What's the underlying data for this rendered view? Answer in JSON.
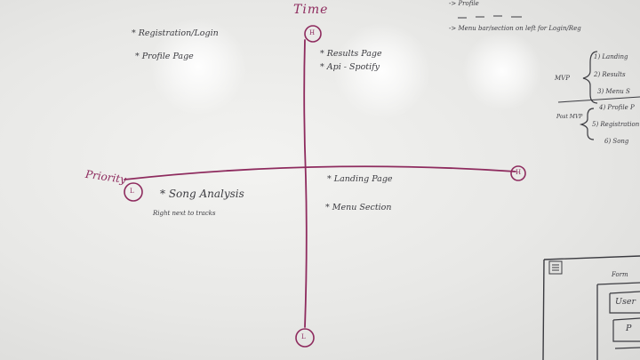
{
  "axes": {
    "vertical_label": "Time",
    "horizontal_label": "Priority",
    "marker_high_top": "H",
    "marker_low_bottom": "L",
    "marker_high_right": "H",
    "marker_low_left": "L"
  },
  "quadrants": {
    "top_left": [
      "* Registration/Login",
      "* Profile Page"
    ],
    "top_right": [
      "* Results Page",
      "* Api - Spotify"
    ],
    "bottom_left": {
      "item": "* Song Analysis",
      "note": "Right next to tracks"
    },
    "bottom_right": [
      "* Landing Page",
      "* Menu Section"
    ]
  },
  "right_notes": {
    "top_lines": [
      "-> Profile",
      "-> Menu bar/section on left for Login/Reg"
    ],
    "mvp_label": "MVP",
    "mvp_items": [
      "1) Landing",
      "2) Results",
      "3) Menu S"
    ],
    "post_mvp_label": "Post MVP",
    "post_mvp_items": [
      "4) Profile P",
      "5) Registration",
      "6) Song"
    ]
  },
  "wireframe": {
    "title": "Form",
    "field_1": "User",
    "field_2": "P"
  },
  "colors": {
    "magenta_ink": "#8e2b5e",
    "dark_ink": "#3b3b40"
  }
}
